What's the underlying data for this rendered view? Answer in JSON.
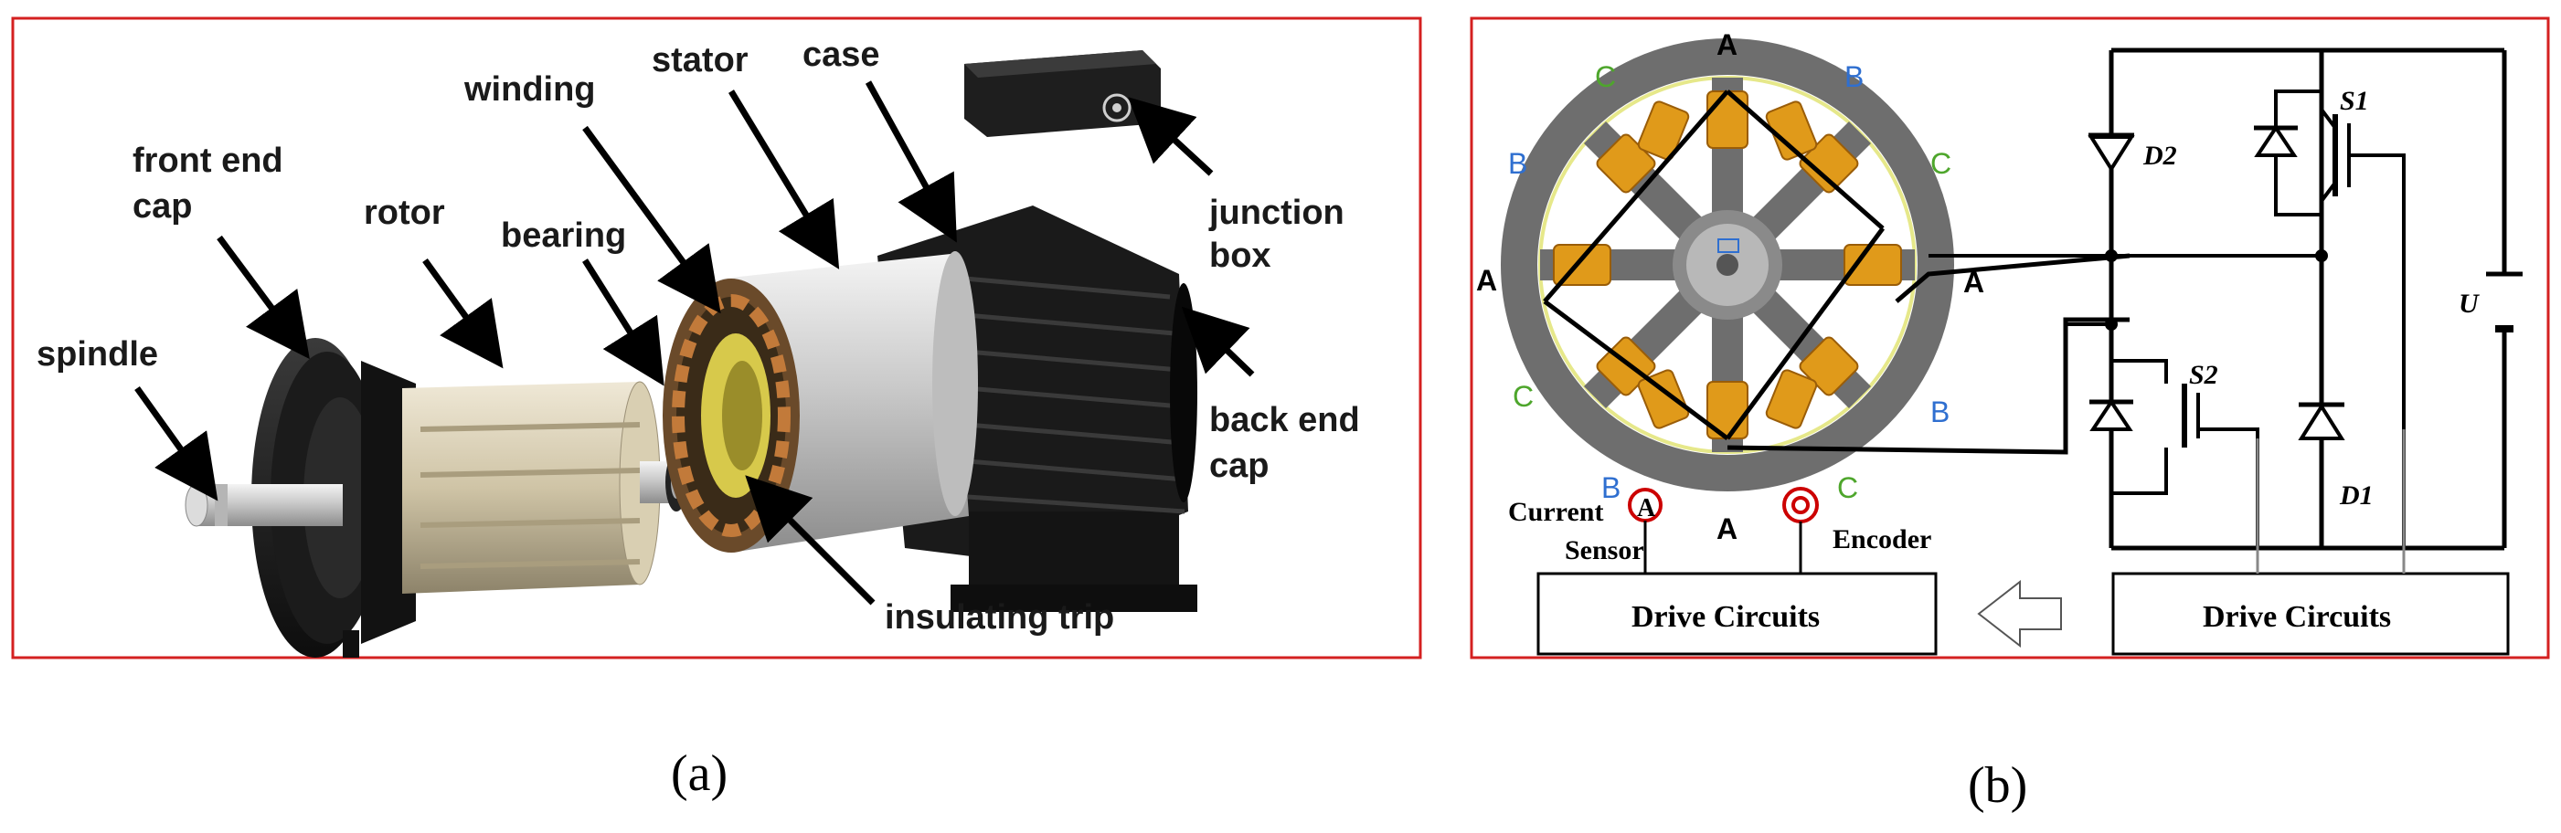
{
  "panel_a": {
    "caption": "(a)",
    "labels": {
      "spindle": "spindle",
      "front_end": "front end",
      "cap": "cap",
      "rotor": "rotor",
      "bearing": "bearing",
      "winding": "winding",
      "stator": "stator",
      "case": "case",
      "junction": "junction",
      "box": "box",
      "back_end": "back end",
      "back_cap": "cap",
      "insulating_trip": "insulating trip"
    }
  },
  "panel_b": {
    "caption": "(b)",
    "phases": {
      "top": "A",
      "top_left": "C",
      "top_right": "B",
      "left_upper": "B",
      "right_upper": "C",
      "left": "A",
      "right": "A",
      "left_lower": "C",
      "right_lower": "B",
      "bottom_left": "B",
      "bottom": "A",
      "bottom_right": "C"
    },
    "sensor_symbol": "A",
    "current_sensor_1": "Current",
    "current_sensor_2": "Sensor",
    "encoder": "Encoder",
    "drive_left": "Drive Circuits",
    "drive_right": "Drive Circuits",
    "d2": "D2",
    "d1": "D1",
    "s1": "S1",
    "s2": "S2",
    "u": "U"
  },
  "colors": {
    "frame": "#d42020",
    "phase_a": "#000000",
    "phase_b": "#2f6fd0",
    "phase_c": "#4ea62c",
    "coil": "#e09a1a",
    "stator": "#6e6e6e"
  }
}
